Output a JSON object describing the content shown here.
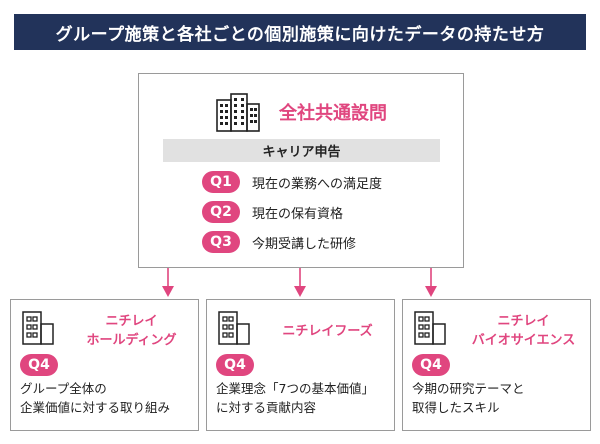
{
  "title": "グループ施策と各社ごとの個別施策に向けたデータの持たせ方",
  "main": {
    "title": "全社共通設問",
    "source": "キャリア申告",
    "questions": [
      {
        "id": "Q1",
        "text": "現在の業務への満足度"
      },
      {
        "id": "Q2",
        "text": "現在の保有資格"
      },
      {
        "id": "Q3",
        "text": "今期受講した研修"
      }
    ]
  },
  "companies": [
    {
      "name": "ニチレイ\nホールディング",
      "question": "Q4",
      "text": "グループ全体の\n企業価値に対する取り組み"
    },
    {
      "name": "ニチレイフーズ",
      "question": "Q4",
      "text": "企業理念「7つの基本価値」\nに対する貢献内容"
    },
    {
      "name": "ニチレイ\nバイオサイエンス",
      "question": "Q4",
      "text": "今期の研究テーマと\n取得したスキル"
    }
  ],
  "colors": {
    "navy": "#22335a",
    "accent": "#e0467f",
    "gray_bar": "#e1e1e1",
    "border": "#9a9a9a"
  },
  "icons": {
    "main": "office-building-icon",
    "company": "building-icon"
  }
}
